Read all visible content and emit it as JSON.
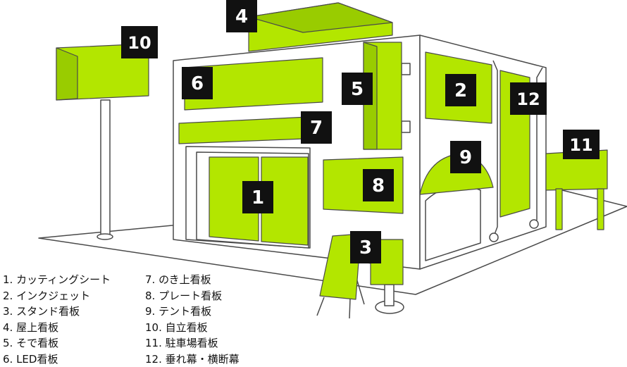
{
  "colors": {
    "sign": "#b3e600",
    "sign_dark": "#99cc00",
    "outline": "#4a4a4a",
    "badge": "#111111",
    "ground": "#ffffff"
  },
  "badges": [
    "1",
    "2",
    "3",
    "4",
    "5",
    "6",
    "7",
    "8",
    "9",
    "10",
    "11",
    "12"
  ],
  "legend_left": [
    "1. カッティングシート",
    "2. インクジェット",
    "3. スタンド看板",
    "4. 屋上看板",
    "5. そで看板",
    "6. LED看板"
  ],
  "legend_right": [
    "7. のき上看板",
    "8. プレート看板",
    "9. テント看板",
    "10. 自立看板",
    "11. 駐車場看板",
    "12. 垂れ幕・横断幕"
  ]
}
